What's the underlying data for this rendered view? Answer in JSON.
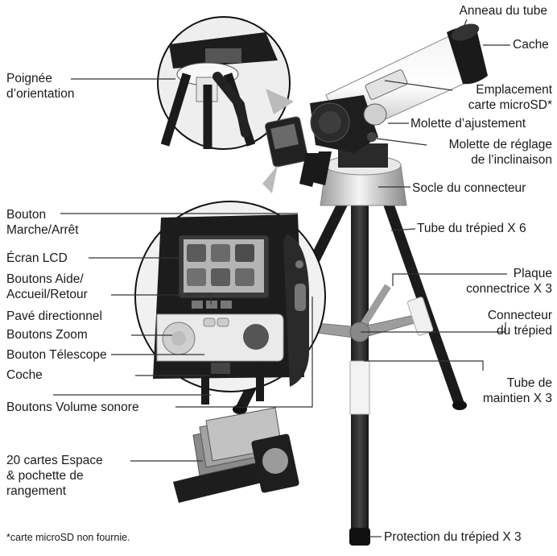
{
  "labels": {
    "poignee_1": "Poignée",
    "poignee_2": "d’orientation",
    "anneau": "Anneau du tube",
    "cache": "Cache",
    "microsd_1": "Emplacement",
    "microsd_2": "carte microSD*",
    "ajustement": "Molette d’ajustement",
    "inclinaison_1": "Molette de réglage",
    "inclinaison_2": "de l’inclinaison",
    "socle": "Socle du connecteur",
    "tube_trepied": "Tube du trépied X 6",
    "plaque_1": "Plaque",
    "plaque_2": "connectrice X 3",
    "connecteur_1": "Connecteur",
    "connecteur_2": "du trépied",
    "maintien_1": "Tube de",
    "maintien_2": "maintien X 3",
    "protection": "Protection du trépied X 3",
    "marche_1": "Bouton",
    "marche_2": "Marche/Arrêt",
    "ecran": "Écran LCD",
    "aide_1": "Boutons Aide/",
    "aide_2": "Accueil/Retour",
    "pave": "Pavé directionnel",
    "zoom": "Boutons Zoom",
    "telescope_btn": "Bouton Télescope",
    "coche": "Coche",
    "volume": "Boutons Volume sonore",
    "cartes_1": "20 cartes Espace",
    "cartes_2": "& pochette de",
    "cartes_3": "rangement"
  },
  "footnote": "*carte microSD non fournie."
}
